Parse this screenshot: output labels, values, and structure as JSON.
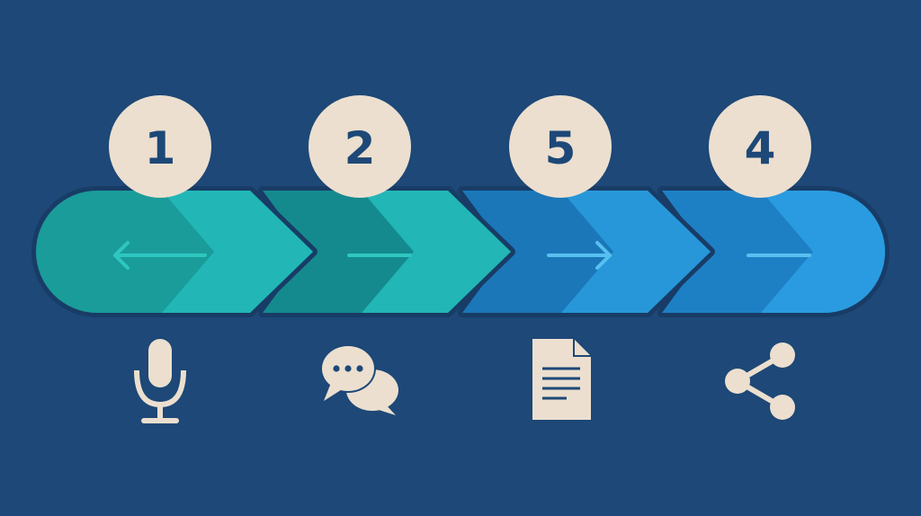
{
  "colors": {
    "background": "#1d4877",
    "badge_fill": "#ecdfcf",
    "number_text": "#1d4877",
    "icon_fill": "#ecdfcf",
    "divider": "#183c66"
  },
  "steps": [
    {
      "number": "1",
      "arrow_direction": "left",
      "icon": "microphone-icon",
      "colors": {
        "dark": "#1a9c9a",
        "light": "#22b6b6",
        "arrow": "#2ec7c0"
      }
    },
    {
      "number": "2",
      "arrow_direction": "none",
      "icon": "chat-bubbles-icon",
      "colors": {
        "dark": "#148a8e",
        "light": "#22b6b6",
        "arrow": "#2ec7c0"
      }
    },
    {
      "number": "5",
      "arrow_direction": "right",
      "icon": "document-icon",
      "colors": {
        "dark": "#1b77b8",
        "light": "#2797d9",
        "arrow": "#58c0f0"
      }
    },
    {
      "number": "4",
      "arrow_direction": "none",
      "icon": "share-icon",
      "colors": {
        "dark": "#1e80c4",
        "light": "#2a9be0",
        "arrow": "#58c0f0"
      }
    }
  ]
}
